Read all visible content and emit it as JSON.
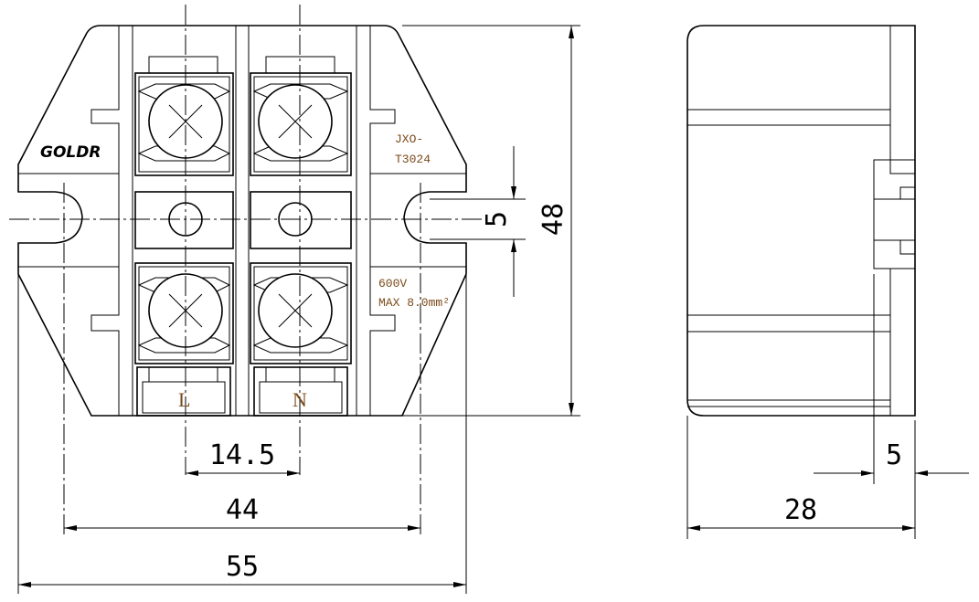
{
  "drawing": {
    "brand_logo": "GOLDR",
    "model_line1": "JXO-",
    "model_line2": "T3024",
    "voltage": "600V",
    "wire_capacity": "MAX 8.0mm²",
    "terminal_labels": [
      "L",
      "N"
    ]
  },
  "dimensions": {
    "height": "48",
    "hole_diameter": "5",
    "pitch": "14.5",
    "mount_spacing": "44",
    "overall_width": "55",
    "depth": "28",
    "step": "5"
  }
}
